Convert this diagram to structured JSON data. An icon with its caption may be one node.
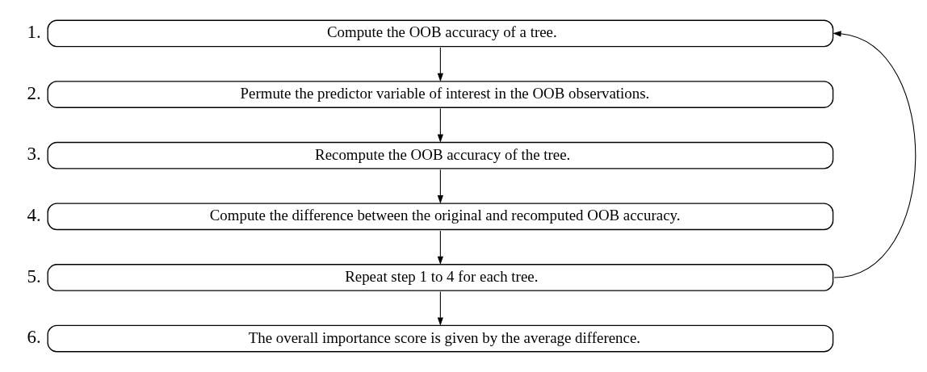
{
  "diagram": {
    "nodes": [
      {
        "text": [
          "Compute the OOB accuracy of a tree."
        ],
        "beside": [
          "1."
        ]
      },
      {
        "text": [
          "Permute the predictor variable of interest in the OOB observations."
        ],
        "beside": [
          "2."
        ]
      },
      {
        "text": [
          "Recompute the OOB accuracy of the tree."
        ],
        "beside": [
          "3."
        ]
      },
      {
        "text": [
          "Compute the difference between the original and recomputed OOB accuracy."
        ],
        "beside": [
          "4."
        ]
      },
      {
        "text": [
          "Repeat step 1 to 4 for each tree."
        ],
        "beside": [
          "5."
        ]
      },
      {
        "text": [
          "The overall importance score is given by the average difference."
        ],
        "beside": [
          "6."
        ]
      }
    ],
    "edges": [
      {
        "from": 0,
        "to": 1,
        "arrow": "to"
      },
      {
        "from": 1,
        "to": 2,
        "arrow": "to"
      },
      {
        "from": 2,
        "to": 3,
        "arrow": "to"
      },
      {
        "from": 3,
        "to": 4,
        "arrow": "to"
      },
      {
        "from": 4,
        "to": 5,
        "arrow": "to"
      },
      {
        "from": 4,
        "to": 0,
        "arrow": "to"
      }
    ]
  }
}
